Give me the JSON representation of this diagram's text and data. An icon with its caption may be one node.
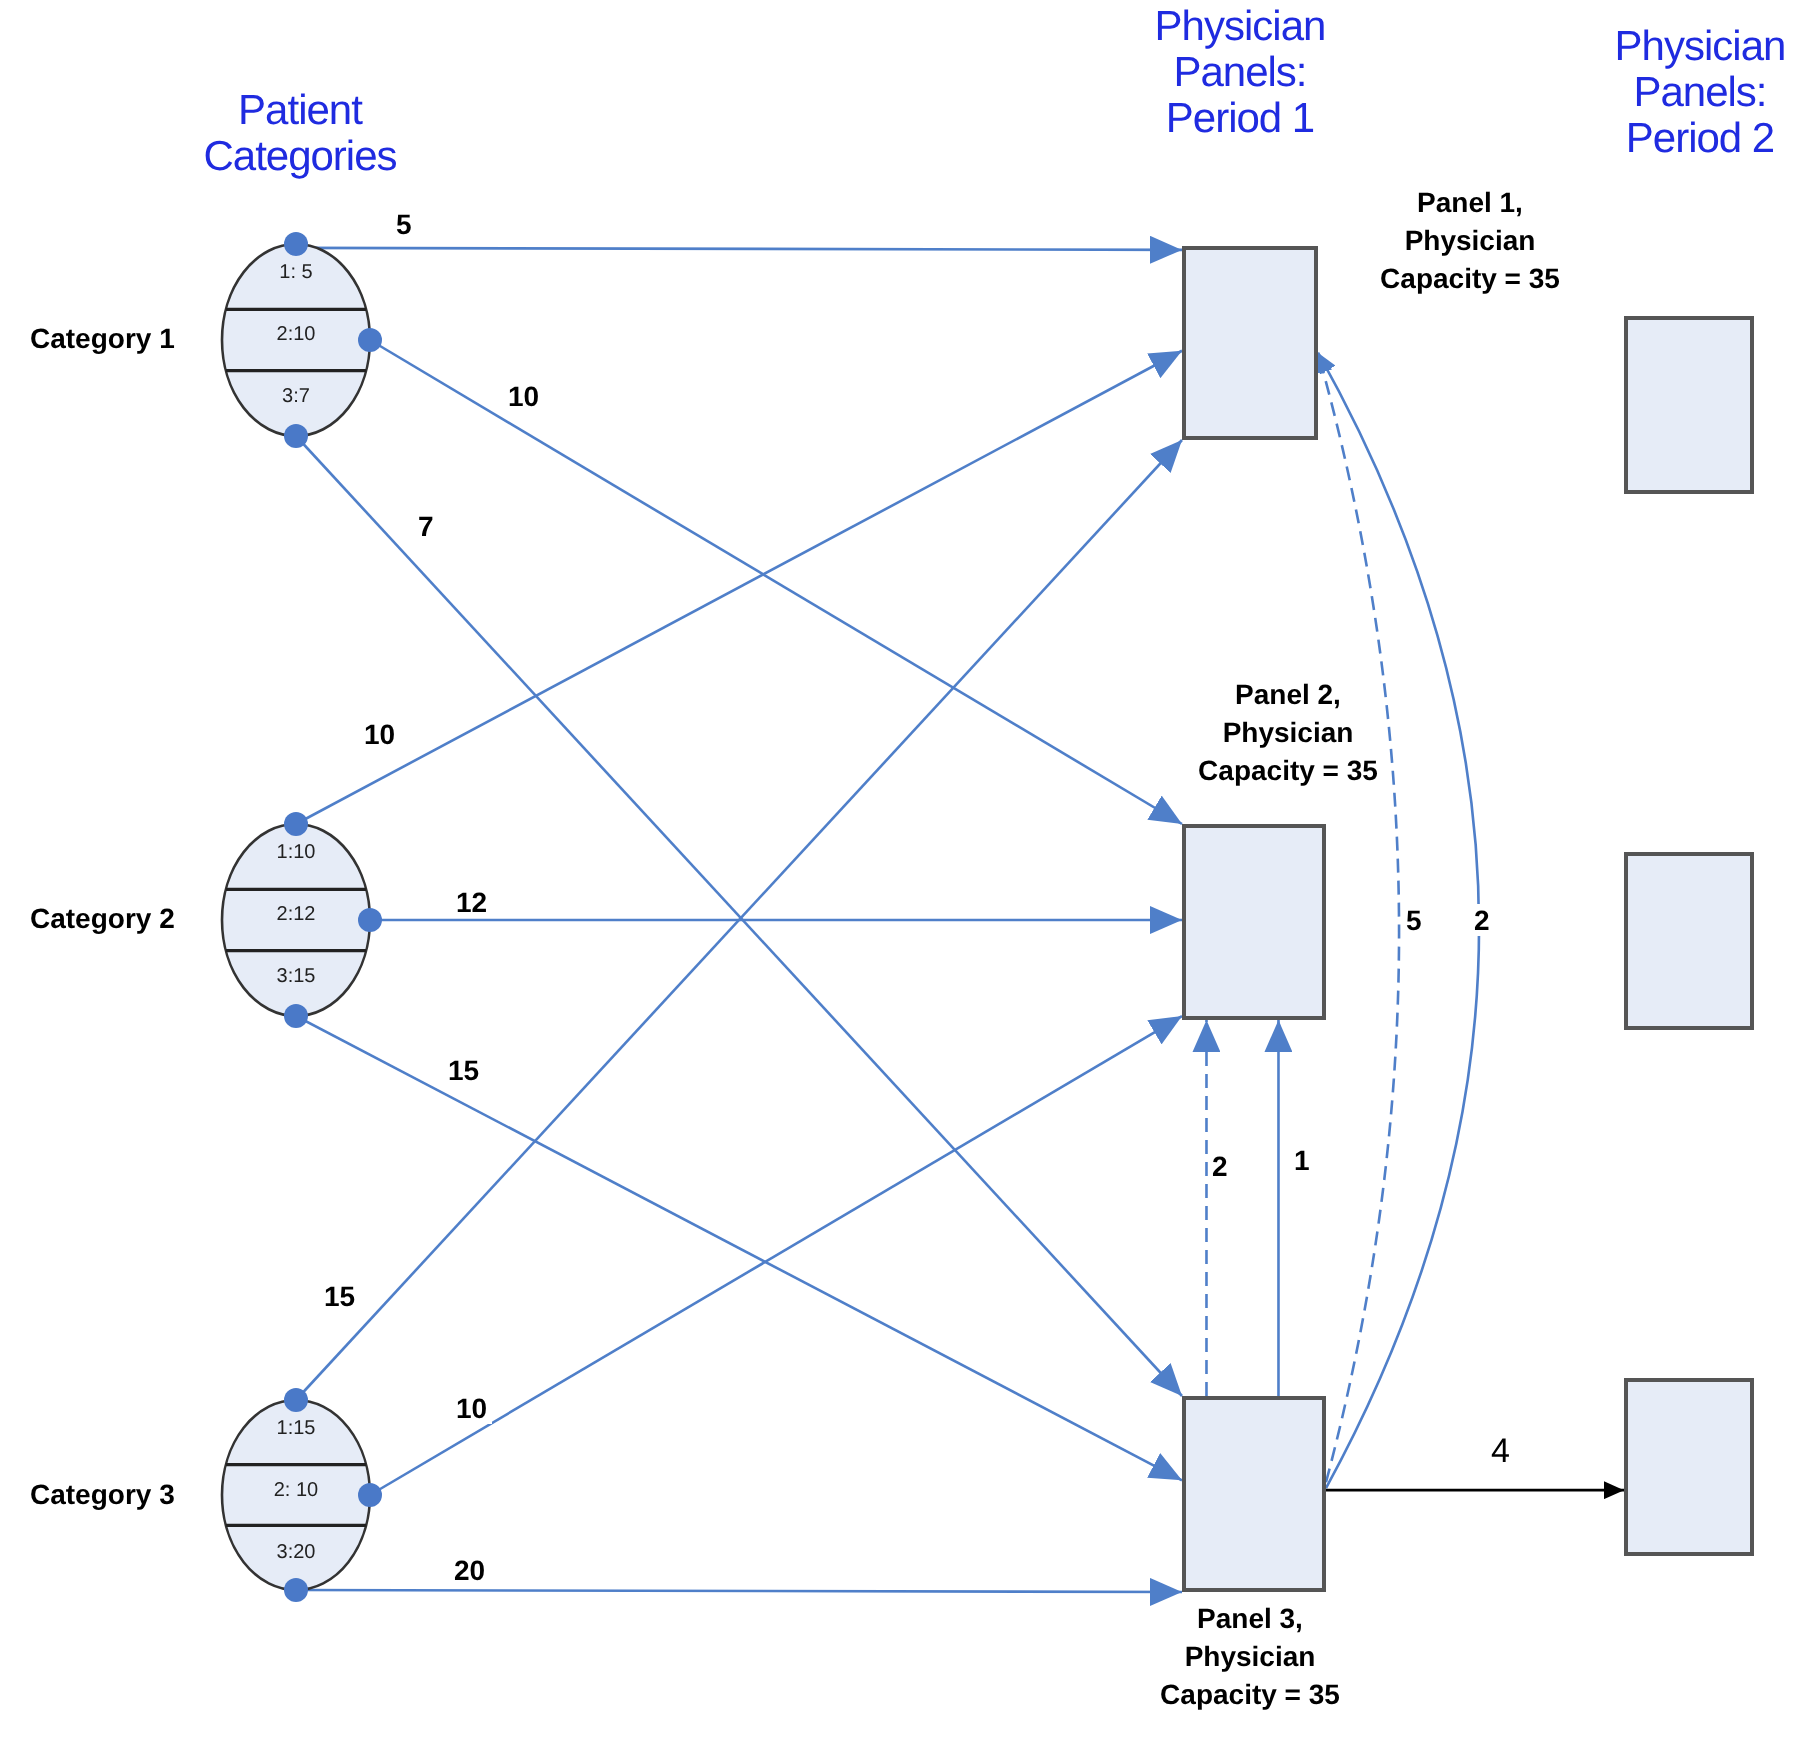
{
  "diagram": {
    "nodes": [
      {
        "text": [
          "Category 1",
          "1: 5",
          "2:10",
          "3:7"
        ]
      },
      {
        "text": [
          "Category 2",
          "1:10",
          "2:12",
          "3:15"
        ]
      },
      {
        "text": [
          "Category 3",
          "1:15",
          "2: 10",
          "3:20"
        ]
      },
      {
        "text": [
          "Panel 1, Physician Capacity = 35"
        ]
      },
      {
        "text": [
          "Panel 2, Physician Capacity = 35"
        ]
      },
      {
        "text": [
          "Panel 3, Physician Capacity = 35"
        ]
      },
      {
        "text": [],
        "shape": "box"
      },
      {
        "text": [],
        "shape": "box"
      },
      {
        "text": [],
        "shape": "box"
      }
    ],
    "edges": [
      {
        "from": 0,
        "to": 3,
        "arrow": "to",
        "label": "5"
      },
      {
        "from": 0,
        "to": 4,
        "arrow": "to",
        "label": "10"
      },
      {
        "from": 0,
        "to": 5,
        "arrow": "to",
        "label": "7"
      },
      {
        "from": 1,
        "to": 3,
        "arrow": "to",
        "label": "10"
      },
      {
        "from": 1,
        "to": 4,
        "arrow": "to",
        "label": "12"
      },
      {
        "from": 1,
        "to": 5,
        "arrow": "to",
        "label": "15"
      },
      {
        "from": 2,
        "to": 3,
        "arrow": "to",
        "label": "15"
      },
      {
        "from": 2,
        "to": 4,
        "arrow": "to",
        "label": "10"
      },
      {
        "from": 2,
        "to": 5,
        "arrow": "to",
        "label": "20"
      },
      {
        "from": 5,
        "to": 4,
        "arrow": "to",
        "label": "2",
        "style": "dashed"
      },
      {
        "from": 5,
        "to": 4,
        "arrow": "to",
        "label": "1"
      },
      {
        "from": 5,
        "to": 3,
        "arrow": "to",
        "label": "5",
        "style": "dashed"
      },
      {
        "from": 5,
        "to": 3,
        "arrow": "to",
        "label": "2"
      },
      {
        "from": 5,
        "to": 8,
        "arrow": "to",
        "label": "4",
        "color": "#000000"
      }
    ],
    "labels": [
      "Patient Categories",
      "Physician Panels: Period 1",
      "Physician Panels: Period 2"
    ]
  }
}
